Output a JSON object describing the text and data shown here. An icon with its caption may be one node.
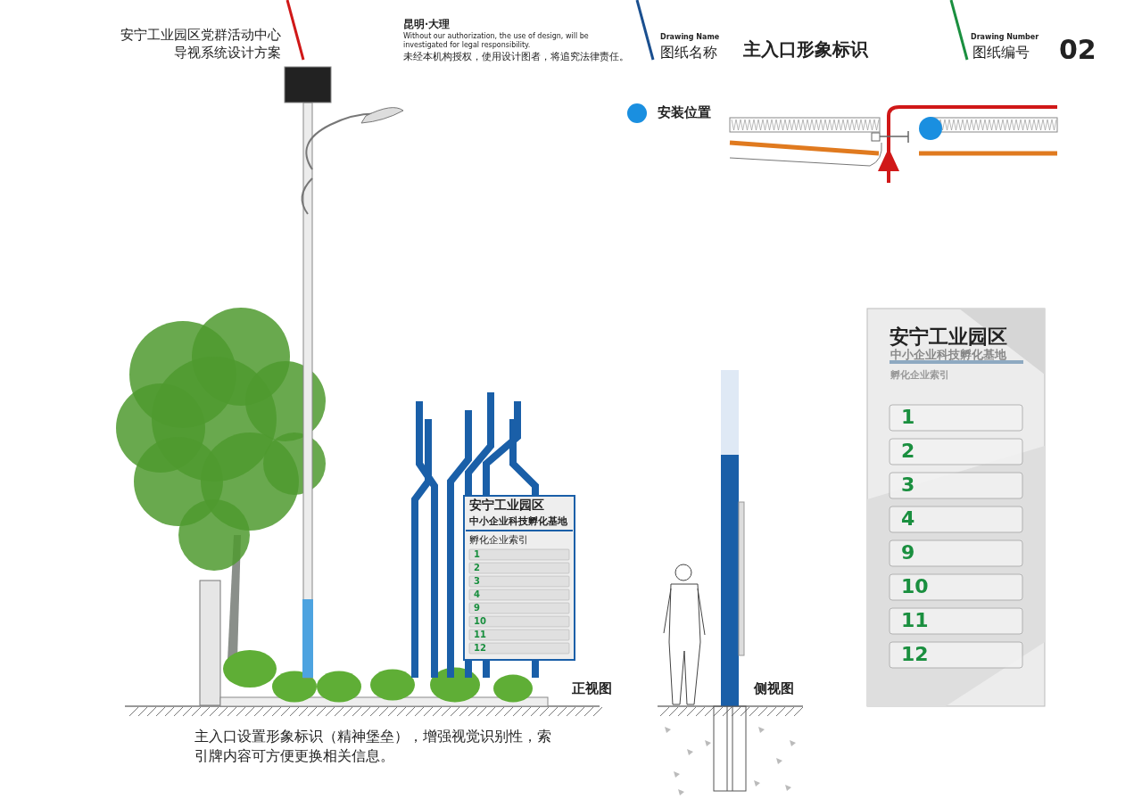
{
  "diagram": {
    "caption": "主入口设置形象标识（精神堡垒），增强视觉识别性，索引牌内容可方便更换相关信息。",
    "labels": [
      "安宁工业园区党群活动中心导视系统设计方案",
      "昆明·大理",
      "Without our authorization, the use of design, will be investigated for legal responsibility.",
      "未经本机构授权，使用设计图者，将追究法律责任。",
      "Drawing Name",
      "图纸名称",
      "主入口形象标识",
      "Drawing Number",
      "图纸编号",
      "02",
      "安宁工业园区",
      "中小企业科技孵化基地",
      "孵化企业索引",
      "1",
      "2",
      "3",
      "4",
      "9",
      "10",
      "11",
      "12",
      "正视图",
      "侧视图",
      "安宁工业园区",
      "中小企业科技孵化基地",
      "孵化企业索引",
      "1",
      "2",
      "3",
      "4",
      "9",
      "10",
      "11",
      "12"
    ],
    "legend": [
      {
        "text": "安装位置",
        "color": "#1a8fe0"
      }
    ]
  }
}
